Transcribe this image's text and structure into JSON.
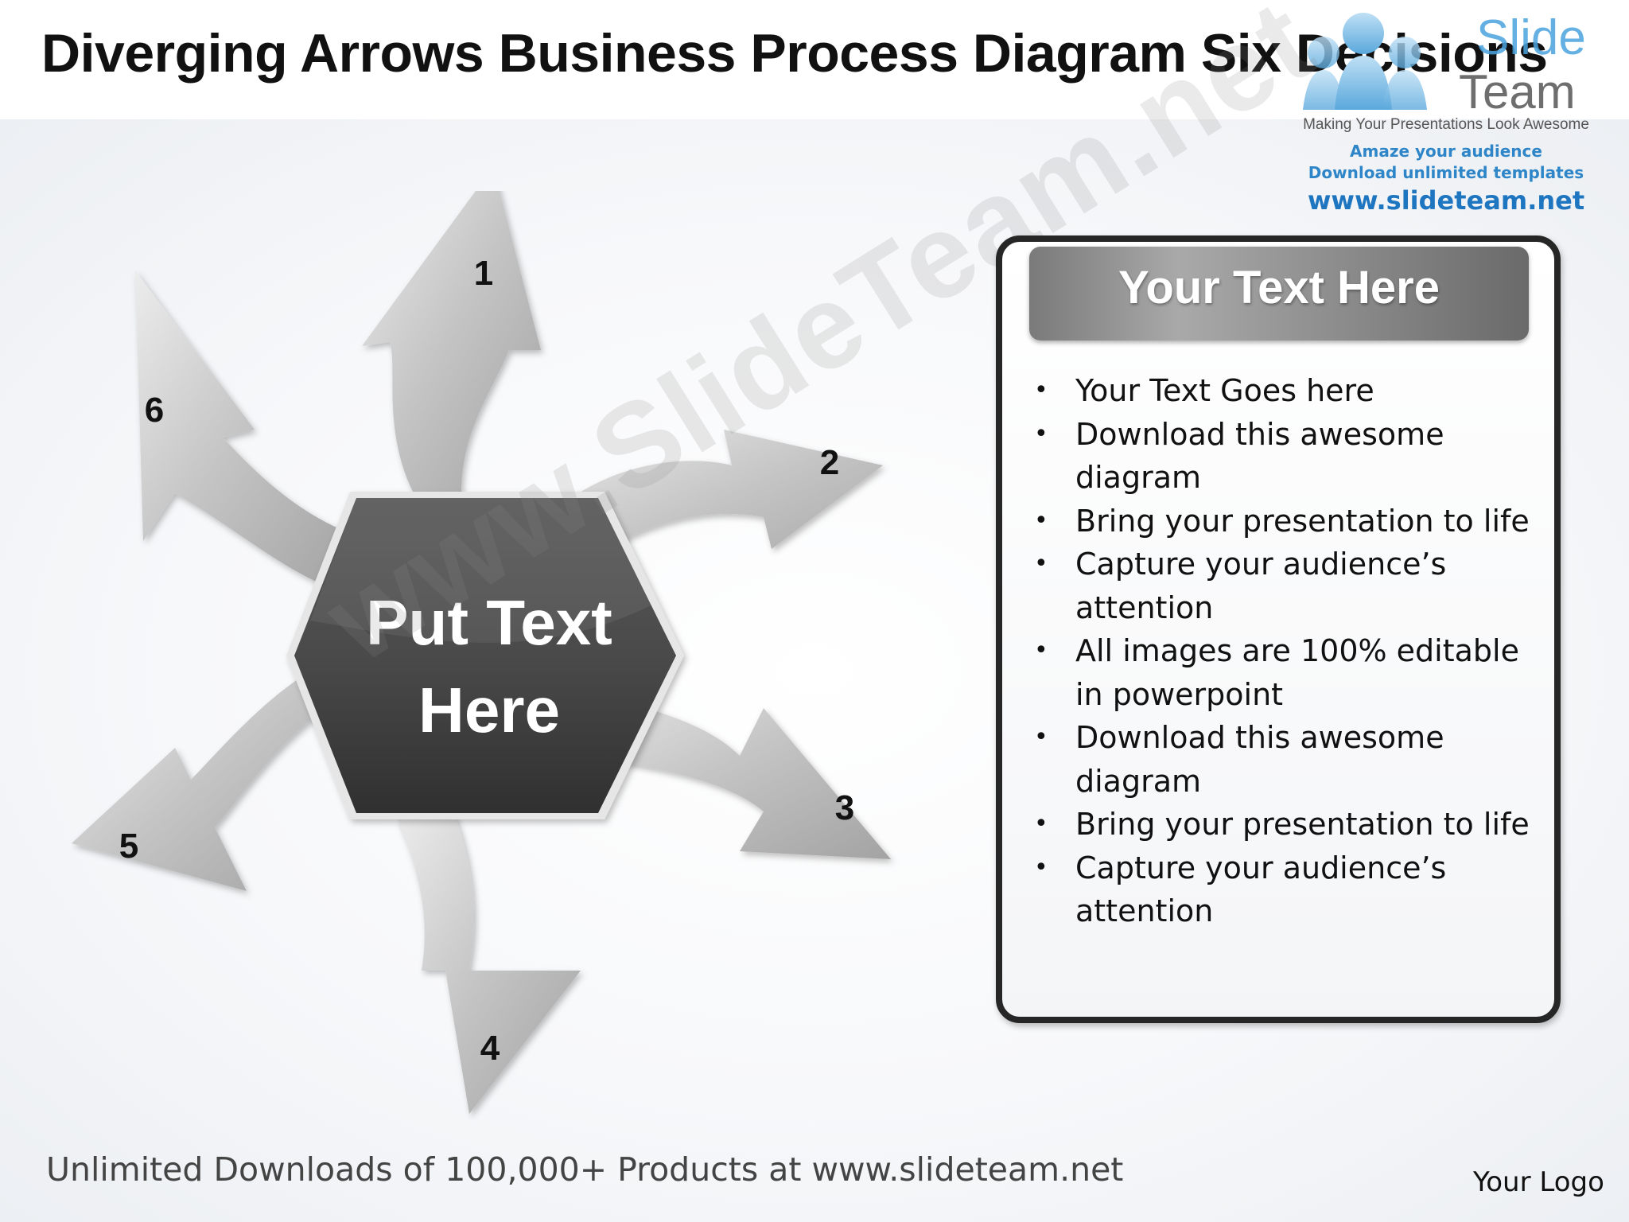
{
  "header": {
    "title": "Diverging Arrows Business Process Diagram Six Decisions"
  },
  "brand": {
    "name_top": "Slide",
    "name_bottom": "Team",
    "tagline": "Making Your Presentations Look Awesome",
    "line1": "Amaze your audience",
    "line2": "Download unlimited templates",
    "url": "www.slideteam.net"
  },
  "diagram": {
    "center_line1": "Put Text",
    "center_line2": "Here",
    "arrows": [
      {
        "label": "1"
      },
      {
        "label": "2"
      },
      {
        "label": "3"
      },
      {
        "label": "4"
      },
      {
        "label": "5"
      },
      {
        "label": "6"
      }
    ]
  },
  "panel": {
    "title": "Your Text Here",
    "bullets": [
      "Your Text Goes here",
      "Download this awesome diagram",
      "Bring your presentation to life",
      "Capture your audience’s attention",
      "All images are 100% editable in powerpoint",
      "Download this awesome diagram",
      "Bring your presentation to life",
      "Capture your audience’s attention"
    ]
  },
  "watermark": "www.SlideTeam.net",
  "footer": {
    "text": "Unlimited Downloads of 100,000+ Products at www.slideteam.net",
    "logo": "Your Logo"
  }
}
